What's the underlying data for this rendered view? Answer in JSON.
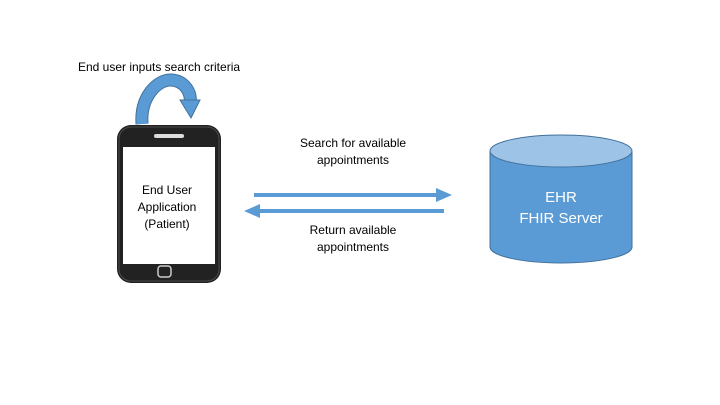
{
  "diagram": {
    "loop_label": "End user inputs search criteria",
    "app_label_lines": [
      "End User",
      "Application",
      "(Patient)"
    ],
    "request_label_lines": [
      "Search for available",
      "appointments"
    ],
    "response_label_lines": [
      "Return available",
      "appointments"
    ],
    "server_label_lines": [
      "EHR",
      "FHIR Server"
    ]
  },
  "colors": {
    "arrow": "#5B9BD5",
    "database_fill": "#5B9BD5",
    "database_top": "#9DC3E6",
    "database_stroke": "#41719C",
    "phone_body": "#222222",
    "phone_screen": "#ffffff",
    "server_text": "#ffffff"
  },
  "icons": {
    "phone": "smartphone-icon",
    "database": "cylinder-database-icon",
    "loop": "curved-loop-arrow-icon"
  }
}
